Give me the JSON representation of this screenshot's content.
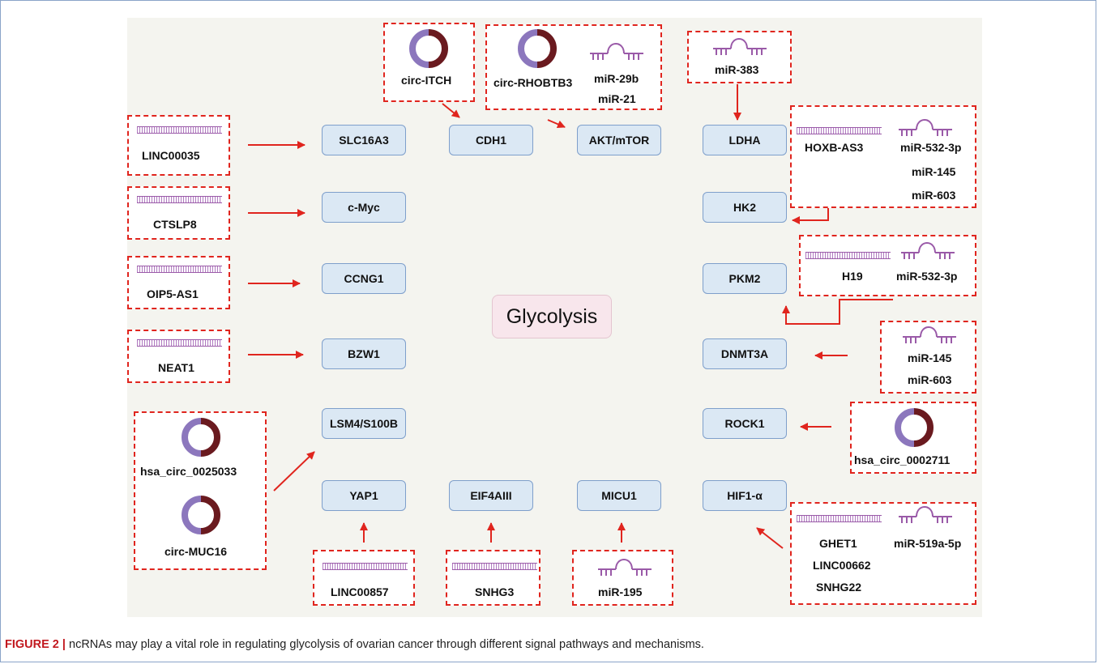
{
  "center": "Glycolysis",
  "genes": {
    "slc16a3": "SLC16A3",
    "cdh1": "CDH1",
    "akt_mtor": "AKT/mTOR",
    "ldha": "LDHA",
    "c_myc": "c-Myc",
    "hk2": "HK2",
    "ccng1": "CCNG1",
    "pkm2": "PKM2",
    "bzw1": "BZW1",
    "dnmt3a": "DNMT3A",
    "lsm4_s100b": "LSM4/S100B",
    "rock1": "ROCK1",
    "yap1": "YAP1",
    "eif4aiii": "EIF4AIII",
    "micu1": "MICU1",
    "hif1a": "HIF1-α"
  },
  "ncrnas": {
    "circ_itch": "circ-ITCH",
    "circ_rhobtb3": "circ-RHOBTB3",
    "mir_29b": "miR-29b",
    "mir_21": "miR-21",
    "mir_383": "miR-383",
    "linc00035": "LINC00035",
    "hoxb_as3": "HOXB-AS3",
    "mir_532_3p_a": "miR-532-3p",
    "mir_145_a": "miR-145",
    "mir_603_a": "miR-603",
    "ctslp8": "CTSLP8",
    "h19": "H19",
    "mir_532_3p_b": "miR-532-3p",
    "oip5_as1": "OIP5-AS1",
    "neat1": "NEAT1",
    "mir_145_b": "miR-145",
    "mir_603_b": "miR-603",
    "hsa_circ_0025033": "hsa_circ_0025033",
    "circ_muc16": "circ-MUC16",
    "hsa_circ_0002711": "hsa_circ_0002711",
    "ghet1": "GHET1",
    "linc00662": "LINC00662",
    "snhg22": "SNHG22",
    "mir_519a_5p": "miR-519a-5p",
    "linc00857": "LINC00857",
    "snhg3": "SNHG3",
    "mir_195": "miR-195"
  },
  "icons": {
    "lncrna": "lncrna-bar-icon",
    "circrna": "circrna-ring-icon",
    "mirna": "mirna-hairpin-icon"
  },
  "colors": {
    "dashed_border": "#e0251e",
    "arrow": "#e0251e",
    "gene_fill": "#dbe8f4",
    "gene_border": "#7e9fcb",
    "center_fill": "#f8e6ec",
    "circ_purple": "#8c77bd",
    "circ_maroon": "#6a1a1f",
    "rna_purple": "#9a5aa8"
  },
  "caption": {
    "label": "FIGURE 2 |",
    "text": "ncRNAs may play a vital role in regulating glycolysis of ovarian cancer through different signal pathways and mechanisms."
  }
}
